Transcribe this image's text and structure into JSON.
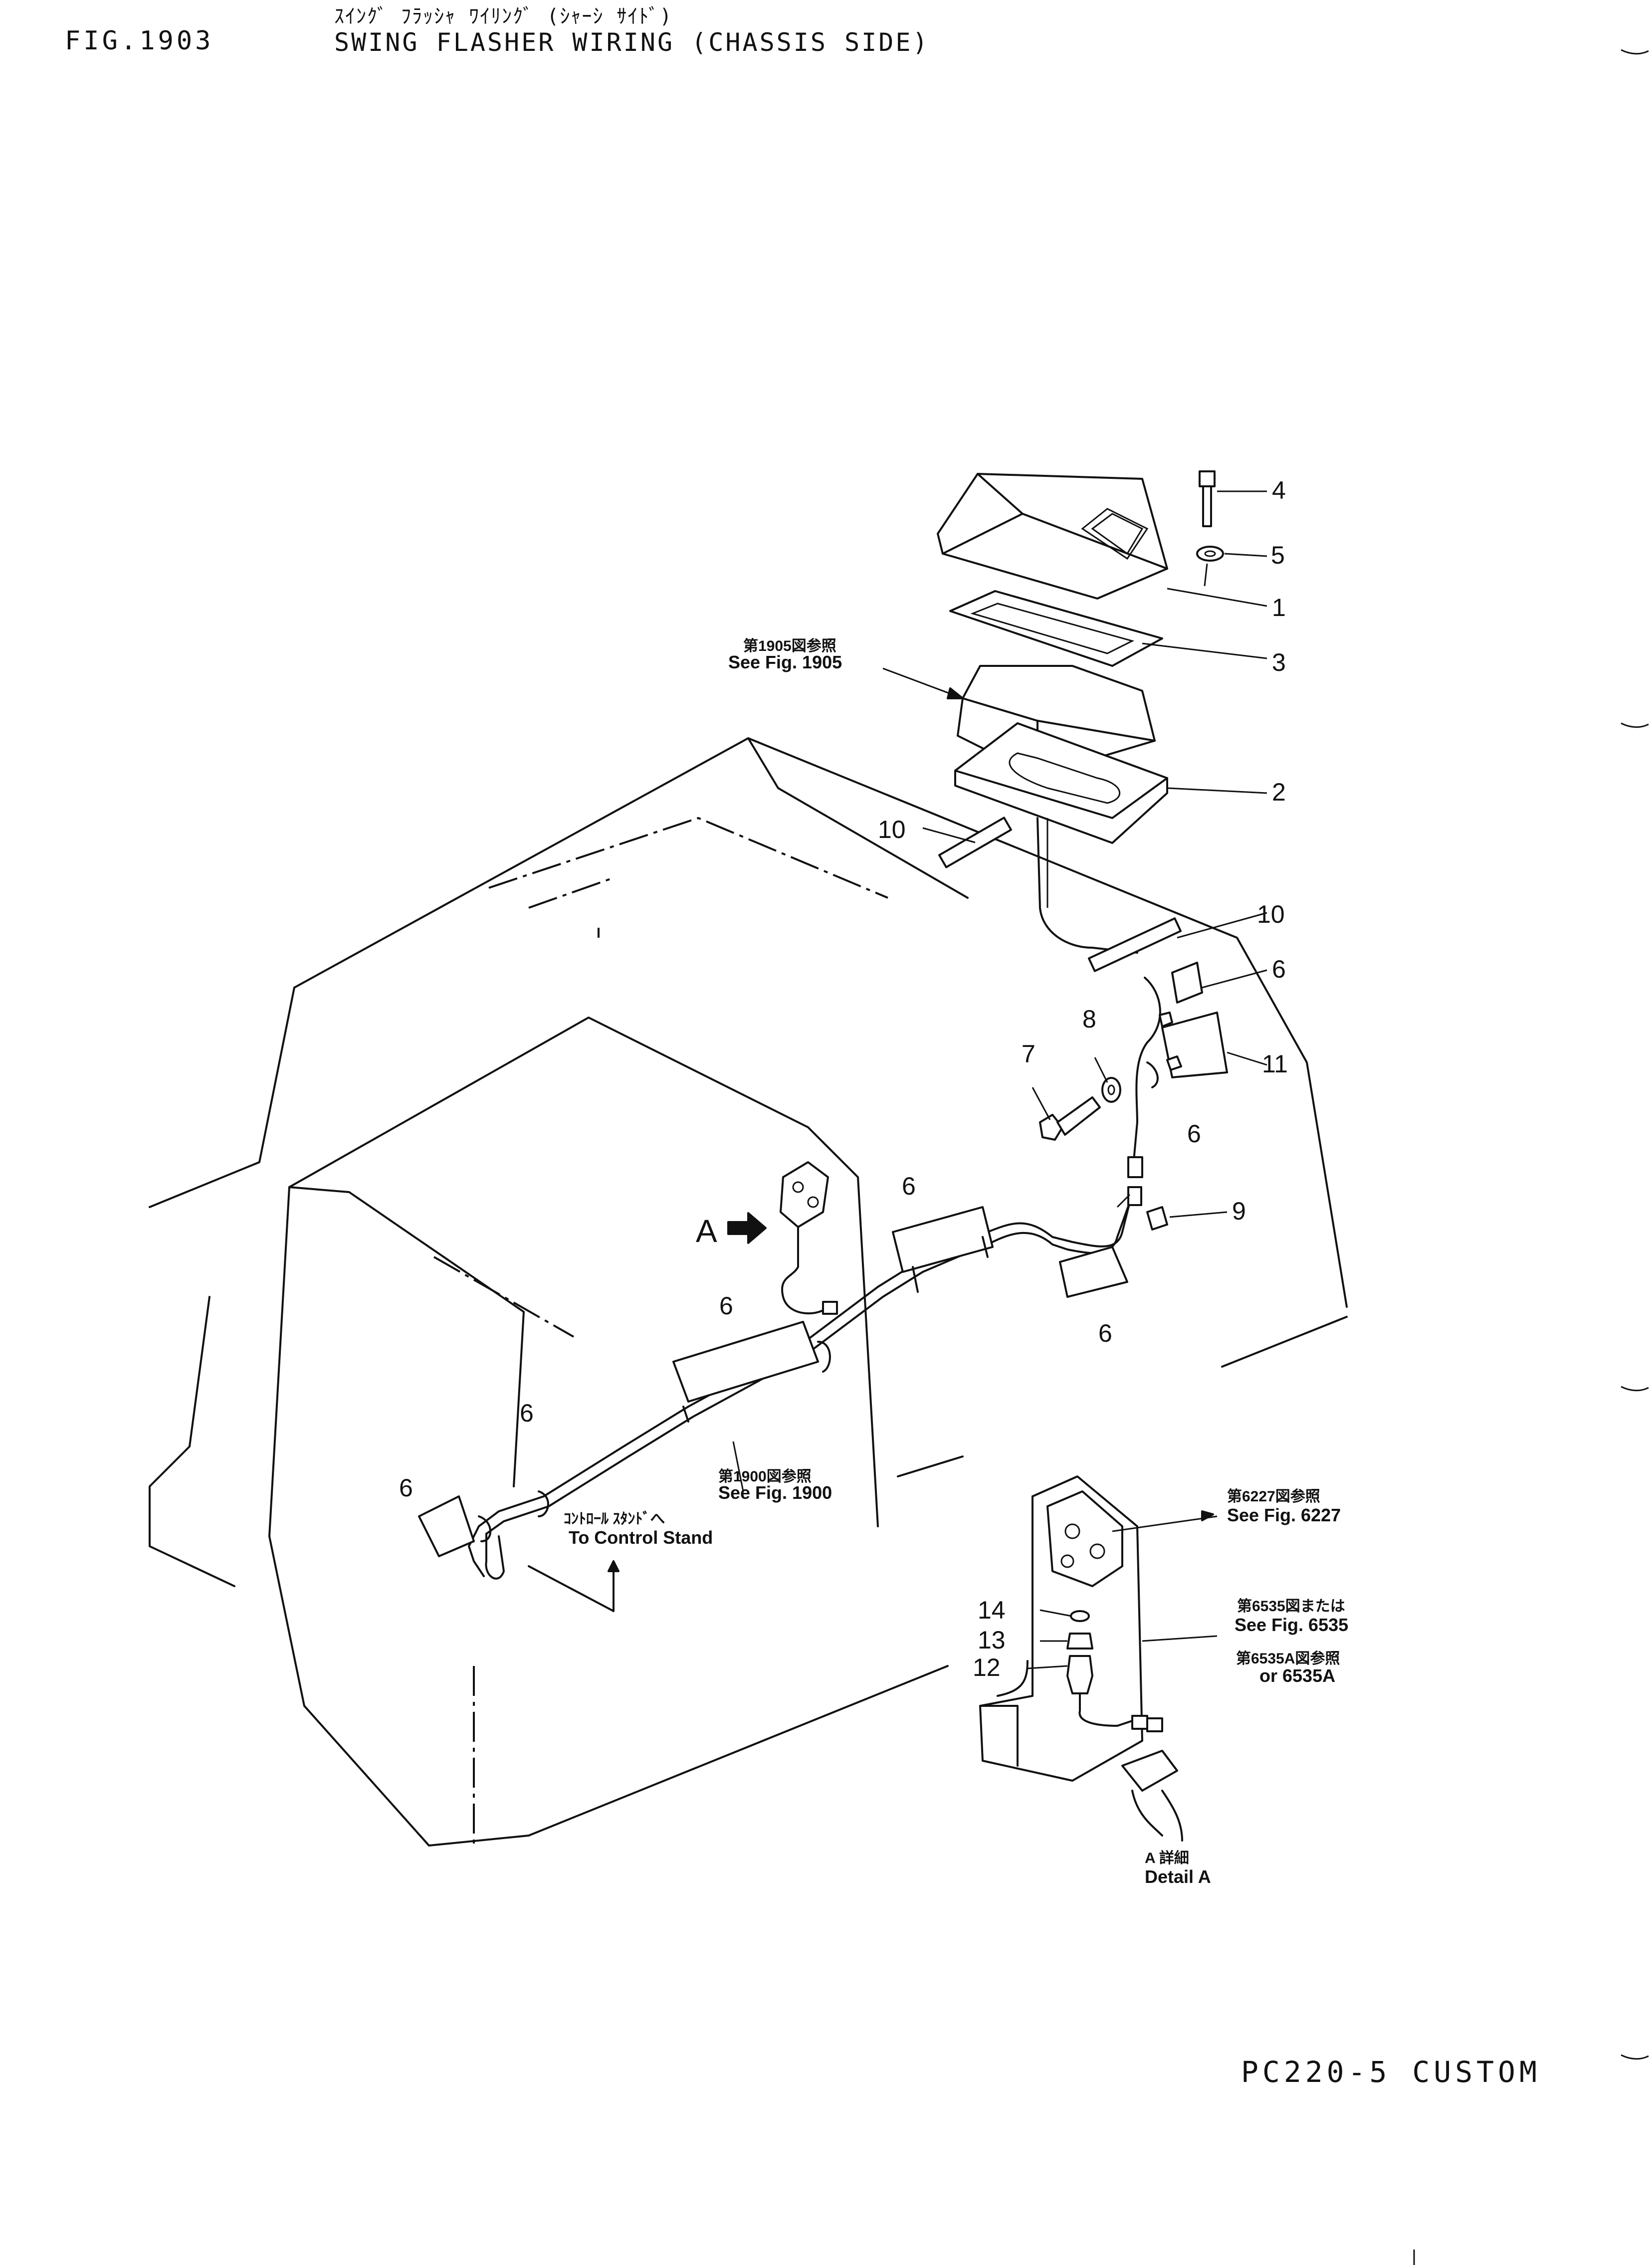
{
  "header": {
    "fig_number": "FIG.1903",
    "title_jp": "ｽｲﾝｸﾞ ﾌﾗｯｼｬ ﾜｲﾘﾝｸﾞ (ｼｬｰｼ ｻｲﾄﾞ)",
    "title_en": "SWING FLASHER WIRING (CHASSIS SIDE)"
  },
  "footer": {
    "model": "PC220-5 CUSTOM"
  },
  "callouts": {
    "c1": "1",
    "c2": "2",
    "c3": "3",
    "c4": "4",
    "c5": "5",
    "c6a": "6",
    "c6b": "6",
    "c6c": "6",
    "c6d": "6",
    "c6e": "6",
    "c6f": "6",
    "c6g": "6",
    "c7": "7",
    "c8": "8",
    "c9": "9",
    "c10a": "10",
    "c10b": "10",
    "c11": "11",
    "c12": "12",
    "c13": "13",
    "c14": "14"
  },
  "references": {
    "fig1905_jp": "第1905図参照",
    "fig1905_en": "See Fig. 1905",
    "fig1900_jp": "第1900図参照",
    "fig1900_en": "See Fig. 1900",
    "fig6227_jp": "第6227図参照",
    "fig6227_en": "See Fig. 6227",
    "fig6535_jp": "第6535図または",
    "fig6535_en": "See Fig. 6535",
    "fig6535a_jp": "第6535A図参照",
    "fig6535a_en": "or 6535A",
    "control_jp": "ｺﾝﾄﾛｰﾙ ｽﾀﾝﾄﾞへ",
    "control_en": "To Control Stand",
    "view_a_label": "A",
    "detail_a_jp": "A 詳細",
    "detail_a_en": "Detail A"
  }
}
